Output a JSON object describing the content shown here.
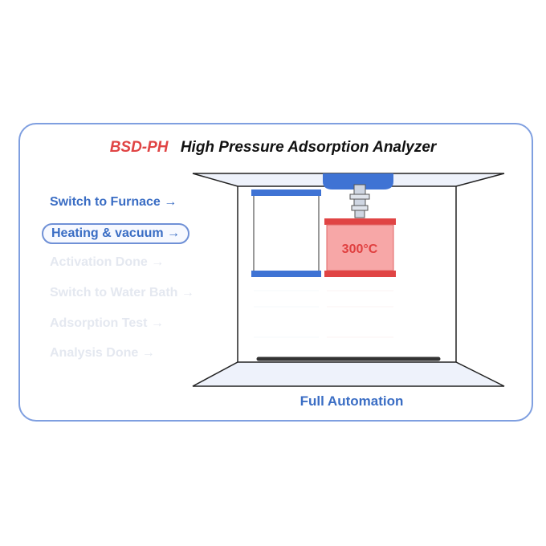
{
  "title": {
    "brand": "BSD-PH",
    "product": "High Pressure Adsorption Analyzer"
  },
  "steps": [
    {
      "label": "Switch to Furnace →",
      "state": "done"
    },
    {
      "label": "Heating & vacuum →",
      "state": "active"
    },
    {
      "label": "Activation Done →",
      "state": "pending"
    },
    {
      "label": "Switch to Water Bath →",
      "state": "pending"
    },
    {
      "label": "Adsorption Test →",
      "state": "pending"
    },
    {
      "label": "Analysis Done →",
      "state": "pending"
    }
  ],
  "furnace": {
    "temperature": "300°C"
  },
  "footer": "Full Automation",
  "colors": {
    "accent_blue": "#3a6dc4",
    "furnace_red": "#e04444",
    "card_border": "#7f9fe0",
    "pending_text": "#e4e8f0"
  }
}
